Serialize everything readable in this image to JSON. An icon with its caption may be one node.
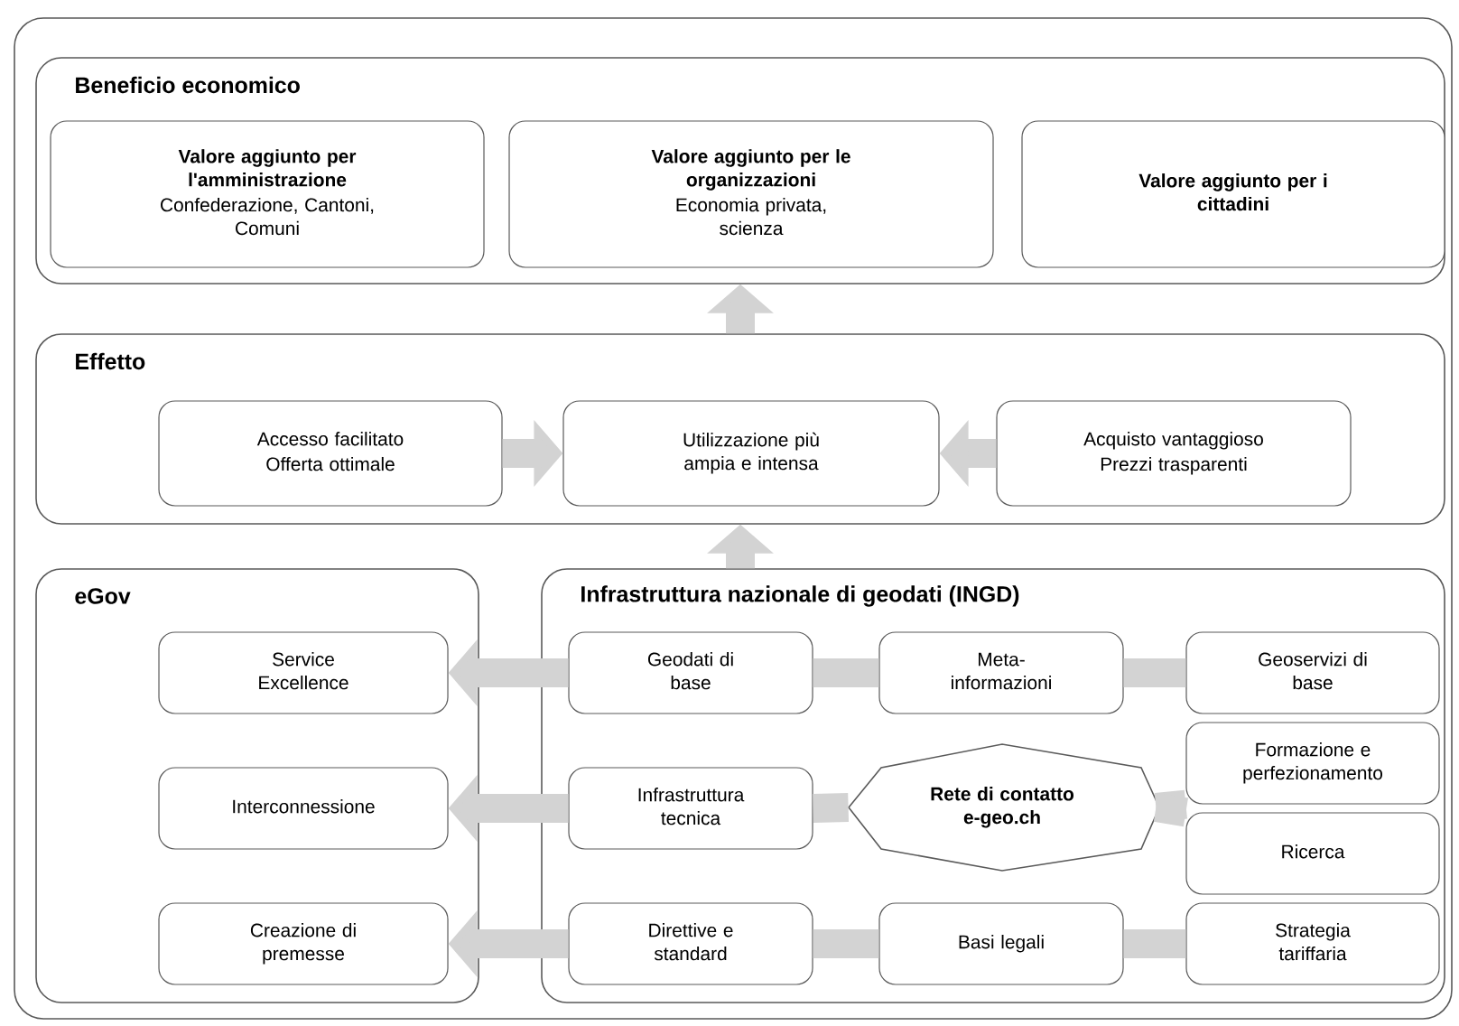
{
  "diagram": {
    "nodes": [
      {
        "text": [
          "Beneficio economico"
        ]
      },
      {
        "text": [
          "Valore aggiunto per l'amministrazione",
          "Confederazione, Cantoni, Comuni"
        ],
        "in": 0
      },
      {
        "text": [
          "Valore aggiunto per le organizzazioni",
          "Economia privata, scienza"
        ],
        "in": 0
      },
      {
        "text": [
          "Valore aggiunto per i cittadini"
        ],
        "in": 0
      },
      {
        "text": [
          "Effetto"
        ]
      },
      {
        "text": [
          "Accesso facilitato",
          "Offerta ottimale"
        ],
        "in": 4
      },
      {
        "text": [
          "Utilizzazione più ampia e intensa"
        ],
        "in": 4
      },
      {
        "text": [
          "Acquisto vantaggioso",
          "Prezzi trasparenti"
        ],
        "in": 4
      },
      {
        "text": [
          "eGov"
        ]
      },
      {
        "text": [
          "Service Excellence"
        ],
        "in": 8
      },
      {
        "text": [
          "Interconnessione"
        ],
        "in": 8
      },
      {
        "text": [
          "Creazione di premesse"
        ],
        "in": 8
      },
      {
        "text": [
          "Infrastruttura nazionale di geodati (INGD)"
        ]
      },
      {
        "text": [
          "Geodati di base"
        ],
        "in": 12
      },
      {
        "text": [
          "Meta-informazioni"
        ],
        "in": 12
      },
      {
        "text": [
          "Geoservizi di base"
        ],
        "in": 12
      },
      {
        "text": [
          "Formazione e perfezionamento"
        ],
        "in": 12
      },
      {
        "text": [
          "Infrastruttura tecnica"
        ],
        "in": 12
      },
      {
        "text": [
          "Rete di contatto e-geo.ch"
        ],
        "in": 12
      },
      {
        "text": [
          "Ricerca"
        ],
        "in": 12
      },
      {
        "text": [
          "Direttive e standard"
        ],
        "in": 12
      },
      {
        "text": [
          "Basi legali"
        ],
        "in": 12
      },
      {
        "text": [
          "Strategia tariffaria"
        ],
        "in": 12
      }
    ],
    "edges": [
      {
        "from": 4,
        "to": 0,
        "arrow": "to"
      },
      {
        "from": 5,
        "to": 6,
        "arrow": "to"
      },
      {
        "from": 7,
        "to": 6,
        "arrow": "to"
      },
      {
        "from": 12,
        "to": 4,
        "arrow": "to"
      },
      {
        "from": 13,
        "to": 9,
        "arrow": "to"
      },
      {
        "from": 13,
        "to": 14,
        "arrow": "none"
      },
      {
        "from": 14,
        "to": 15,
        "arrow": "none"
      },
      {
        "from": 17,
        "to": 10,
        "arrow": "to"
      },
      {
        "from": 17,
        "to": 18,
        "arrow": "none"
      },
      {
        "from": 18,
        "to": 16,
        "arrow": "none"
      },
      {
        "from": 18,
        "to": 19,
        "arrow": "none"
      },
      {
        "from": 20,
        "to": 11,
        "arrow": "to"
      },
      {
        "from": 20,
        "to": 21,
        "arrow": "none"
      },
      {
        "from": 21,
        "to": 22,
        "arrow": "none"
      }
    ]
  }
}
